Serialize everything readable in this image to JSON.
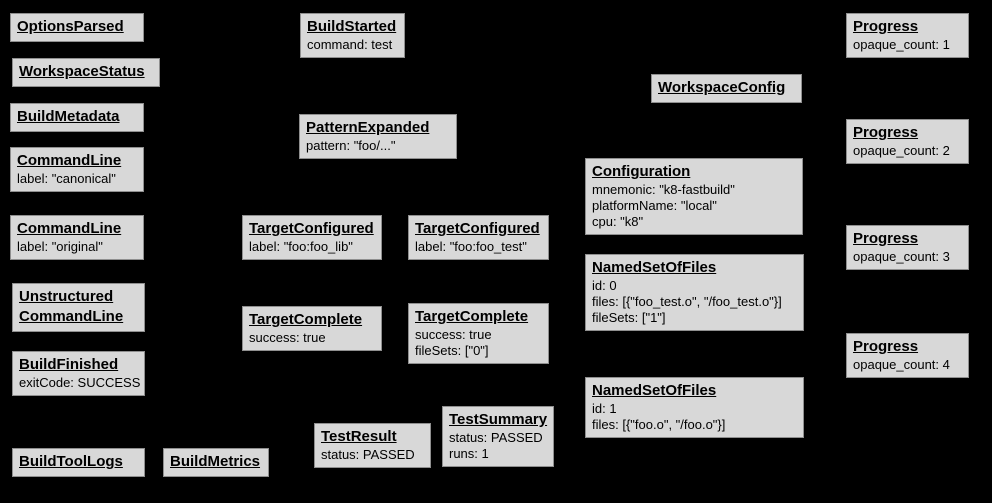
{
  "diagram": {
    "background_color": "#000000",
    "node_fill_color": "#d8d8d8",
    "node_border_color": "#8f8f8f",
    "nodes": [
      {
        "title": "OptionsParsed",
        "lines": []
      },
      {
        "title": "WorkspaceStatus",
        "lines": []
      },
      {
        "title": "BuildMetadata",
        "lines": []
      },
      {
        "title": "CommandLine",
        "lines": [
          "label: \"canonical\""
        ]
      },
      {
        "title": "CommandLine",
        "lines": [
          "label: \"original\""
        ]
      },
      {
        "title": "Unstructured CommandLine",
        "lines": []
      },
      {
        "title": "BuildFinished",
        "lines": [
          "exitCode: SUCCESS"
        ]
      },
      {
        "title": "BuildToolLogs",
        "lines": []
      },
      {
        "title": "BuildMetrics",
        "lines": []
      },
      {
        "title": "BuildStarted",
        "lines": [
          "command: test"
        ]
      },
      {
        "title": "PatternExpanded",
        "lines": [
          "pattern: \"foo/...\""
        ]
      },
      {
        "title": "TargetConfigured",
        "lines": [
          "label: \"foo:foo_lib\""
        ]
      },
      {
        "title": "TargetConfigured",
        "lines": [
          "label: \"foo:foo_test\""
        ]
      },
      {
        "title": "TargetComplete",
        "lines": [
          "success: true"
        ]
      },
      {
        "title": "TargetComplete",
        "lines": [
          "success: true",
          "fileSets: [\"0\"]"
        ]
      },
      {
        "title": "TestResult",
        "lines": [
          "status: PASSED"
        ]
      },
      {
        "title": "TestSummary",
        "lines": [
          "status: PASSED",
          "runs: 1"
        ]
      },
      {
        "title": "WorkspaceConfig",
        "lines": []
      },
      {
        "title": "Configuration",
        "lines": [
          "mnemonic: \"k8-fastbuild\"",
          "platformName: \"local\"",
          "cpu: \"k8\""
        ]
      },
      {
        "title": "NamedSetOfFiles",
        "lines": [
          "id: 0",
          "files: [{\"foo_test.o\", \"/foo_test.o\"}]",
          "fileSets: [\"1\"]"
        ]
      },
      {
        "title": "NamedSetOfFiles",
        "lines": [
          "id: 1",
          "files: [{\"foo.o\", \"/foo.o\"}]"
        ]
      },
      {
        "title": "Progress",
        "lines": [
          "opaque_count: 1"
        ]
      },
      {
        "title": "Progress",
        "lines": [
          "opaque_count: 2"
        ]
      },
      {
        "title": "Progress",
        "lines": [
          "opaque_count: 3"
        ]
      },
      {
        "title": "Progress",
        "lines": [
          "opaque_count: 4"
        ]
      }
    ]
  }
}
